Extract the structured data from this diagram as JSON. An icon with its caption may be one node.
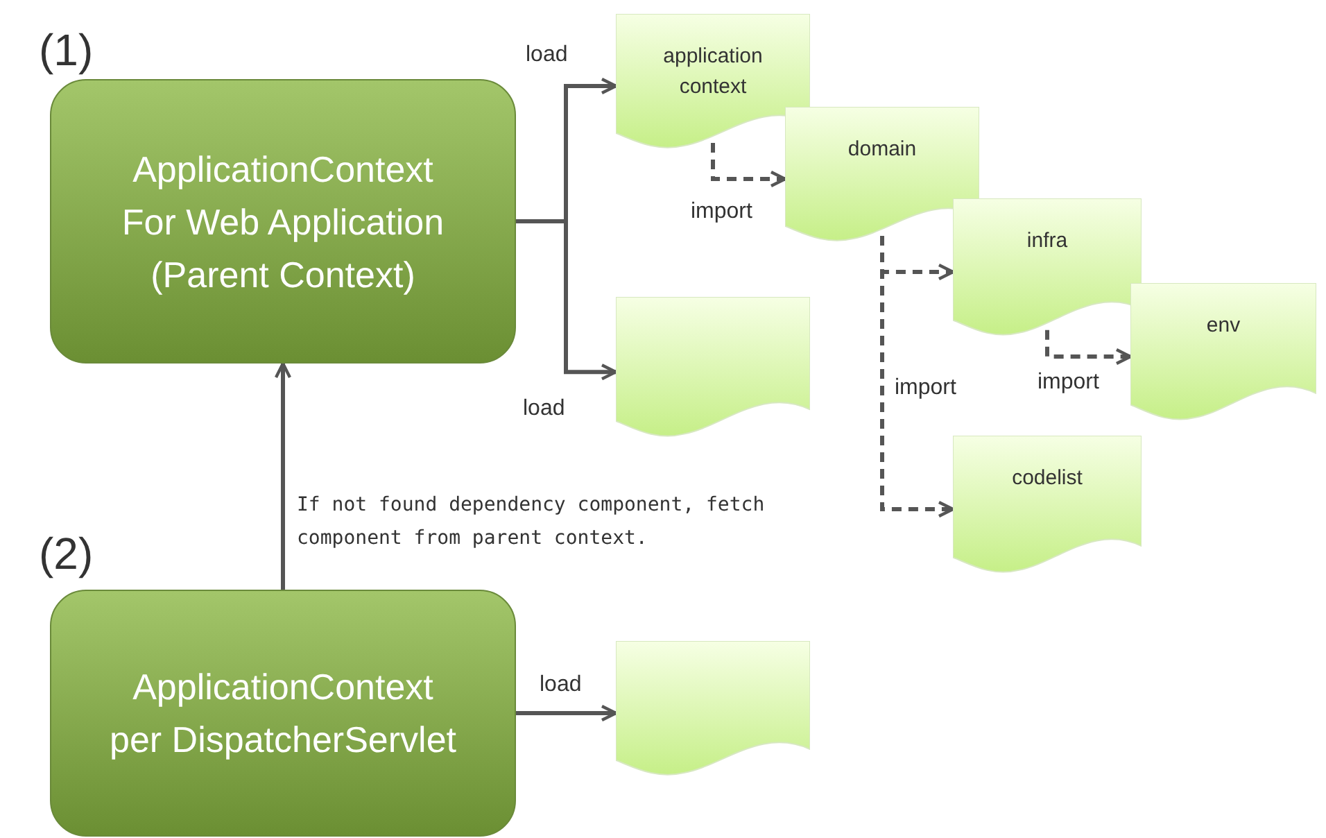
{
  "diagram": {
    "nodes": [
      {
        "text": [
          "ApplicationContext For Web Application (Parent Context)"
        ],
        "beside": [
          "(1)"
        ]
      },
      {
        "text": [
          "application context"
        ]
      },
      {
        "text": [
          "domain"
        ]
      },
      {
        "text": [
          "infra"
        ]
      },
      {
        "text": [
          "env"
        ]
      },
      {
        "text": [],
        "shape": "document"
      },
      {
        "text": [
          "codelist"
        ]
      },
      {
        "text": [
          "ApplicationContext per DispatcherServlet"
        ],
        "beside": [
          "(2)"
        ]
      },
      {
        "text": [],
        "shape": "document"
      }
    ],
    "edges": [
      {
        "from": 0,
        "to": 1,
        "arrow": "to",
        "label": "load"
      },
      {
        "from": 0,
        "to": 5,
        "arrow": "to",
        "label": "load"
      },
      {
        "from": 1,
        "to": 2,
        "arrow": "to",
        "label": "import",
        "style": "dashed"
      },
      {
        "from": 2,
        "to": 3,
        "arrow": "to",
        "style": "dashed"
      },
      {
        "from": 2,
        "to": 6,
        "arrow": "to",
        "label": "import",
        "style": "dashed"
      },
      {
        "from": 3,
        "to": 4,
        "arrow": "to",
        "label": "import",
        "style": "dashed"
      },
      {
        "from": 7,
        "to": 0,
        "arrow": "to",
        "label": "If not found dependency component, fetch component from parent context."
      },
      {
        "from": 7,
        "to": 8,
        "arrow": "to",
        "label": "load"
      }
    ]
  }
}
